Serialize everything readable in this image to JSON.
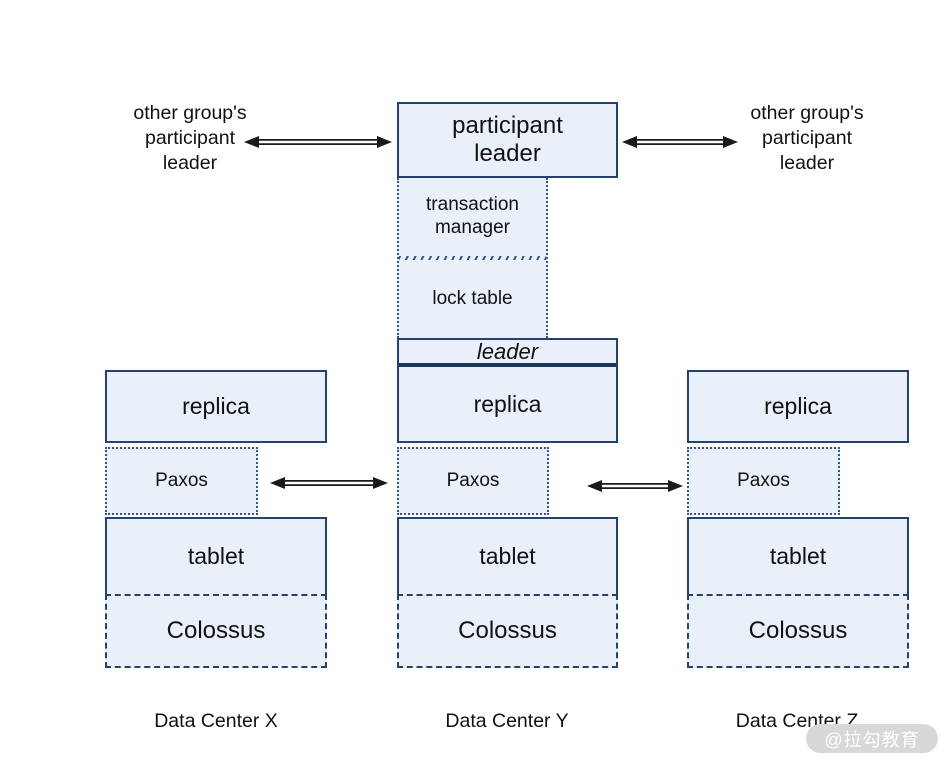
{
  "diagram": {
    "external_left_label": "other group's\nparticipant\nleader",
    "external_right_label": "other group's\nparticipant\nleader",
    "participant_leader_label": "participant\nleader",
    "transaction_manager_label": "transaction\nmanager",
    "lock_table_label": "lock table",
    "leader_label": "leader"
  },
  "columns": [
    {
      "replica": "replica",
      "paxos": "Paxos",
      "tablet": "tablet",
      "colossus": "Colossus",
      "datacenter": "Data Center X"
    },
    {
      "replica": "replica",
      "paxos": "Paxos",
      "tablet": "tablet",
      "colossus": "Colossus",
      "datacenter": "Data Center Y"
    },
    {
      "replica": "replica",
      "paxos": "Paxos",
      "tablet": "tablet",
      "colossus": "Colossus",
      "datacenter": "Data Center Z"
    }
  ],
  "watermark": "@拉勾教育",
  "colors": {
    "box_fill": "#e9f0fa",
    "box_border": "#24426d",
    "dotted_border": "#31568c",
    "leader_divider": "#17365d",
    "arrow": "#1a1a1a",
    "watermark_bg": "#d8d8d8",
    "watermark_text": "#ffffff"
  }
}
